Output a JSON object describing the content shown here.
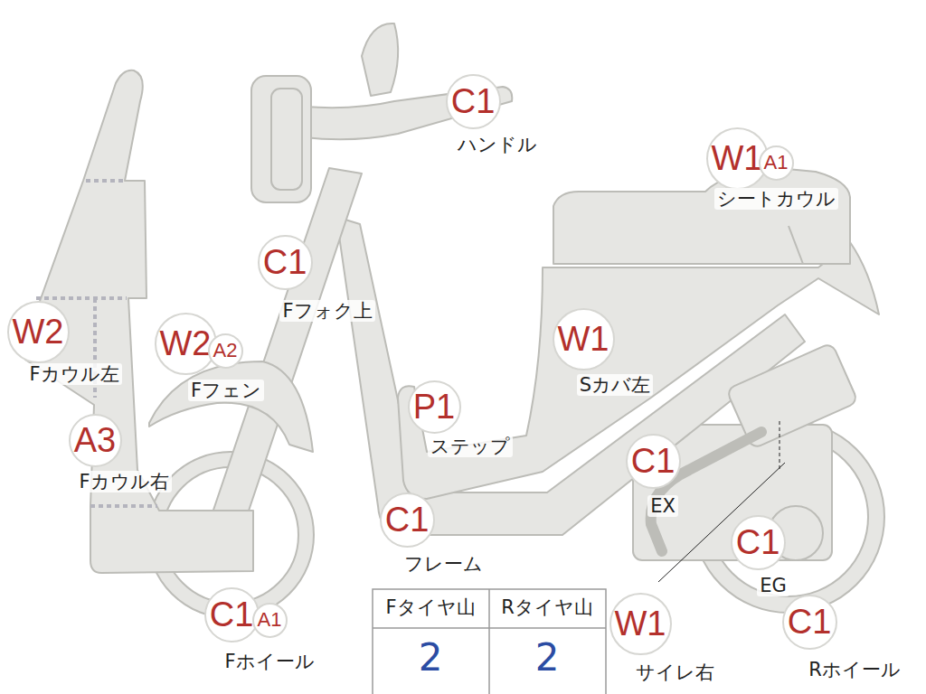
{
  "diagram": {
    "nodes": [
      {
        "text": [
          "C1"
        ]
      },
      {
        "text": [
          "W1"
        ]
      },
      {
        "text": [
          "A1"
        ]
      },
      {
        "text": [
          "C1"
        ]
      },
      {
        "text": [
          "W2"
        ]
      },
      {
        "text": [
          "W2"
        ]
      },
      {
        "text": [
          "A2"
        ]
      },
      {
        "text": [
          "W1"
        ]
      },
      {
        "text": [
          "P1"
        ]
      },
      {
        "text": [
          "A3"
        ]
      },
      {
        "text": [
          "C1"
        ]
      },
      {
        "text": [
          "C1"
        ]
      },
      {
        "text": [
          "C1"
        ]
      },
      {
        "text": [
          "C1"
        ]
      },
      {
        "text": [
          "A1"
        ]
      },
      {
        "text": [
          "W1"
        ]
      },
      {
        "text": [
          "C1"
        ]
      }
    ],
    "labels": [
      "ハンドル",
      "シートカウル",
      "Fフォク上",
      "Fカウル左",
      "Fフェン",
      "Sカバ左",
      "ステップ",
      "Fカウル右",
      "EX",
      "フレーム",
      "EG",
      "Fホイール",
      "サイレ右",
      "Rホイール",
      "Fタイヤ山",
      "Rタイヤ山",
      "2",
      "2"
    ]
  }
}
